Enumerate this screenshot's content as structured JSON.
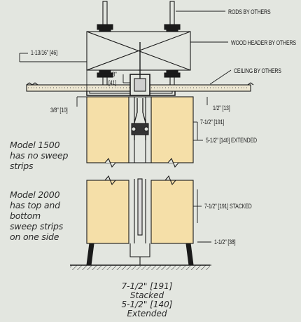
{
  "callouts": {
    "rods": "RODS BY OTHERS",
    "wood_header": "WOOD HEADER BY OTHERS",
    "ceiling": "CEILING BY OTHERS",
    "dim_1_13_16": "1-13/16\" [46]",
    "dim_1_5_8_a": "1-5/8\"",
    "dim_1_5_8_b": "[41]",
    "dim_3_8": "3/8\" [10]",
    "dim_1_2": "1/2\" [13]",
    "dim_7_1_2_top": "7-1/2\" [191]",
    "dim_5_1_2": "5-1/2\" [140] EXTENDED",
    "dim_7_1_2_stacked": "7-1/2\" [191] STACKED",
    "dim_1_1_2": "1-1/2\" [38]"
  },
  "notes": {
    "model_1500": [
      "Model 1500",
      "has no sweep",
      "strips"
    ],
    "model_2000": [
      "Model 2000",
      "has top and",
      "bottom",
      "sweep strips",
      "on one side"
    ]
  },
  "caption": [
    "7-1/2\" [191]",
    "Stacked",
    "5-1/2\" [140]",
    "Extended"
  ],
  "colors": {
    "background": "#e3e6e0",
    "panel": "#f5dfa8",
    "line": "#1a1a1a"
  }
}
